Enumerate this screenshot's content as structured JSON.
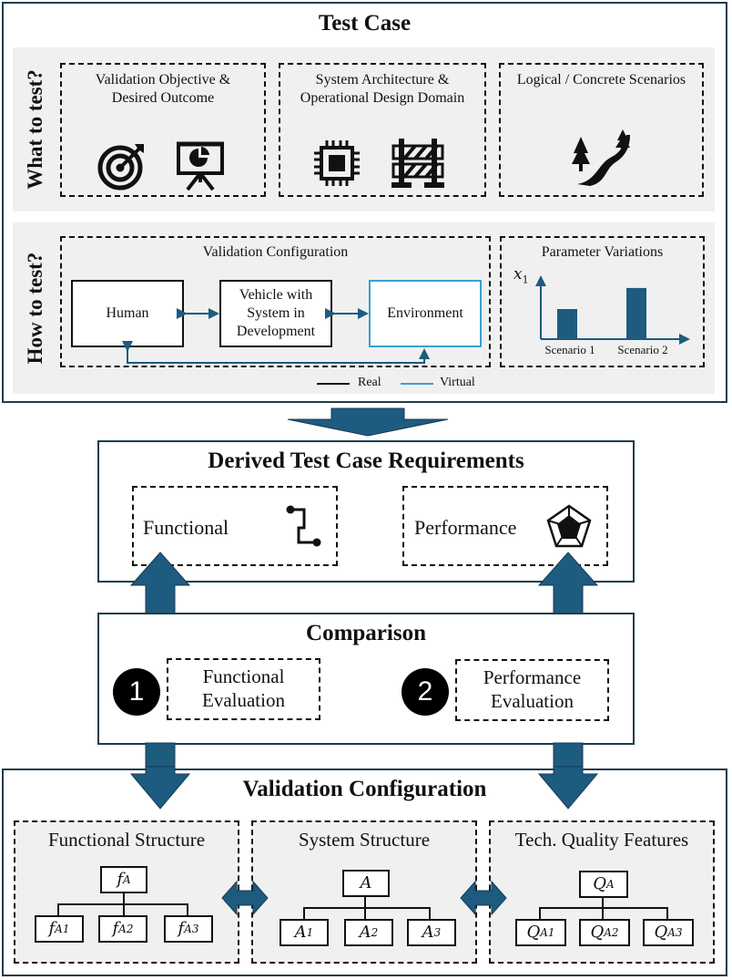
{
  "test_case": {
    "title": "Test Case",
    "what_label": "What to test?",
    "how_label": "How to test?",
    "objective_label": "Validation Objective & Desired Outcome",
    "architecture_label": "System Architecture & Operational Design Domain",
    "scenarios_label": "Logical / Concrete Scenarios",
    "config_label": "Validation Configuration",
    "human_label": "Human",
    "vehicle_label": "Vehicle with System in Development",
    "environment_label": "Environment",
    "legend_real": "Real",
    "legend_virtual": "Virtual",
    "param_label": "Parameter Variations",
    "param_axis": "x",
    "param_axis_sub": "1",
    "scenario1": "Scenario 1",
    "scenario2": "Scenario 2",
    "param_values": [
      0.5,
      0.85
    ]
  },
  "requirements": {
    "title": "Derived Test Case Requirements",
    "functional": "Functional",
    "performance": "Performance"
  },
  "comparison": {
    "title": "Comparison",
    "num1": "1",
    "num2": "2",
    "functional_eval": "Functional Evaluation",
    "performance_eval": "Performance Evaluation"
  },
  "validation": {
    "title": "Validation Configuration",
    "functional_structure": "Functional Structure",
    "system_structure": "System Structure",
    "quality_features": "Tech. Quality Features",
    "f_root": "f",
    "f_root_sub": "A",
    "f_children": [
      {
        "b": "f",
        "s": "A1"
      },
      {
        "b": "f",
        "s": "A2"
      },
      {
        "b": "f",
        "s": "A3"
      }
    ],
    "a_root": "A",
    "a_children": [
      {
        "b": "A",
        "s": "1"
      },
      {
        "b": "A",
        "s": "2"
      },
      {
        "b": "A",
        "s": "3"
      }
    ],
    "q_root": "Q",
    "q_root_sub": "A",
    "q_children": [
      {
        "b": "Q",
        "s": "A1"
      },
      {
        "b": "Q",
        "s": "A2"
      },
      {
        "b": "Q",
        "s": "A3"
      }
    ]
  },
  "colors": {
    "accent": "#1d5b7f",
    "frame": "#1f3b4d",
    "virtual": "#3aa0d0"
  }
}
